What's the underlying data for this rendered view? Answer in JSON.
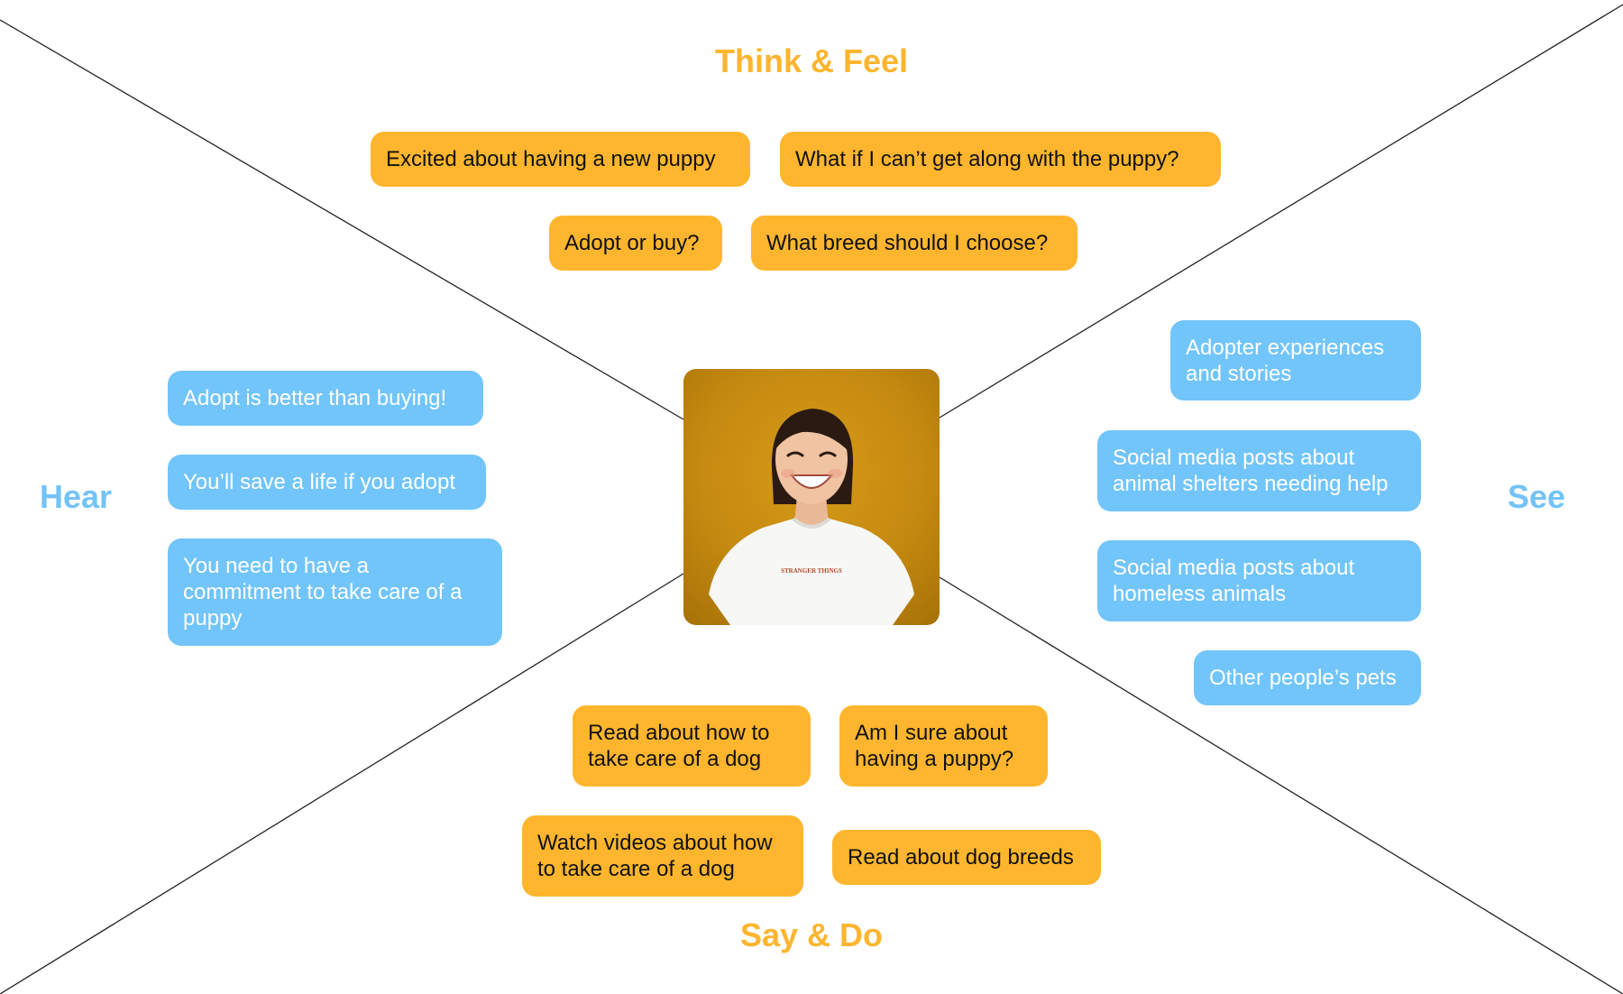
{
  "sections": {
    "think_feel": {
      "title": "Think & Feel",
      "notes": [
        "Excited about having a new puppy",
        "What if I can’t get along with the puppy?",
        "Adopt or buy?",
        "What breed should I choose?"
      ]
    },
    "hear": {
      "title": "Hear",
      "notes": [
        "Adopt is better than buying!",
        "You’ll save a life if you adopt",
        "You need to have a commitment to take care of a puppy"
      ]
    },
    "see": {
      "title": "See",
      "notes": [
        "Adopter experiences and stories",
        "Social media posts about animal shelters needing help",
        "Social media posts about homeless animals",
        "Other people’s pets"
      ]
    },
    "say_do": {
      "title": "Say & Do",
      "notes": [
        "Read about how to take care of a dog",
        "Am I sure about having a puppy?",
        "Watch videos about how to take care of a dog",
        "Read about dog breeds"
      ]
    }
  },
  "persona": {
    "shirt_text": "STRANGER THINGS"
  },
  "colors": {
    "orange_title": "#FDB52F",
    "orange_note": "#FFB62E",
    "blue_title": "#74C3F7",
    "blue_note": "#72C5FB",
    "divider": "#222222"
  }
}
